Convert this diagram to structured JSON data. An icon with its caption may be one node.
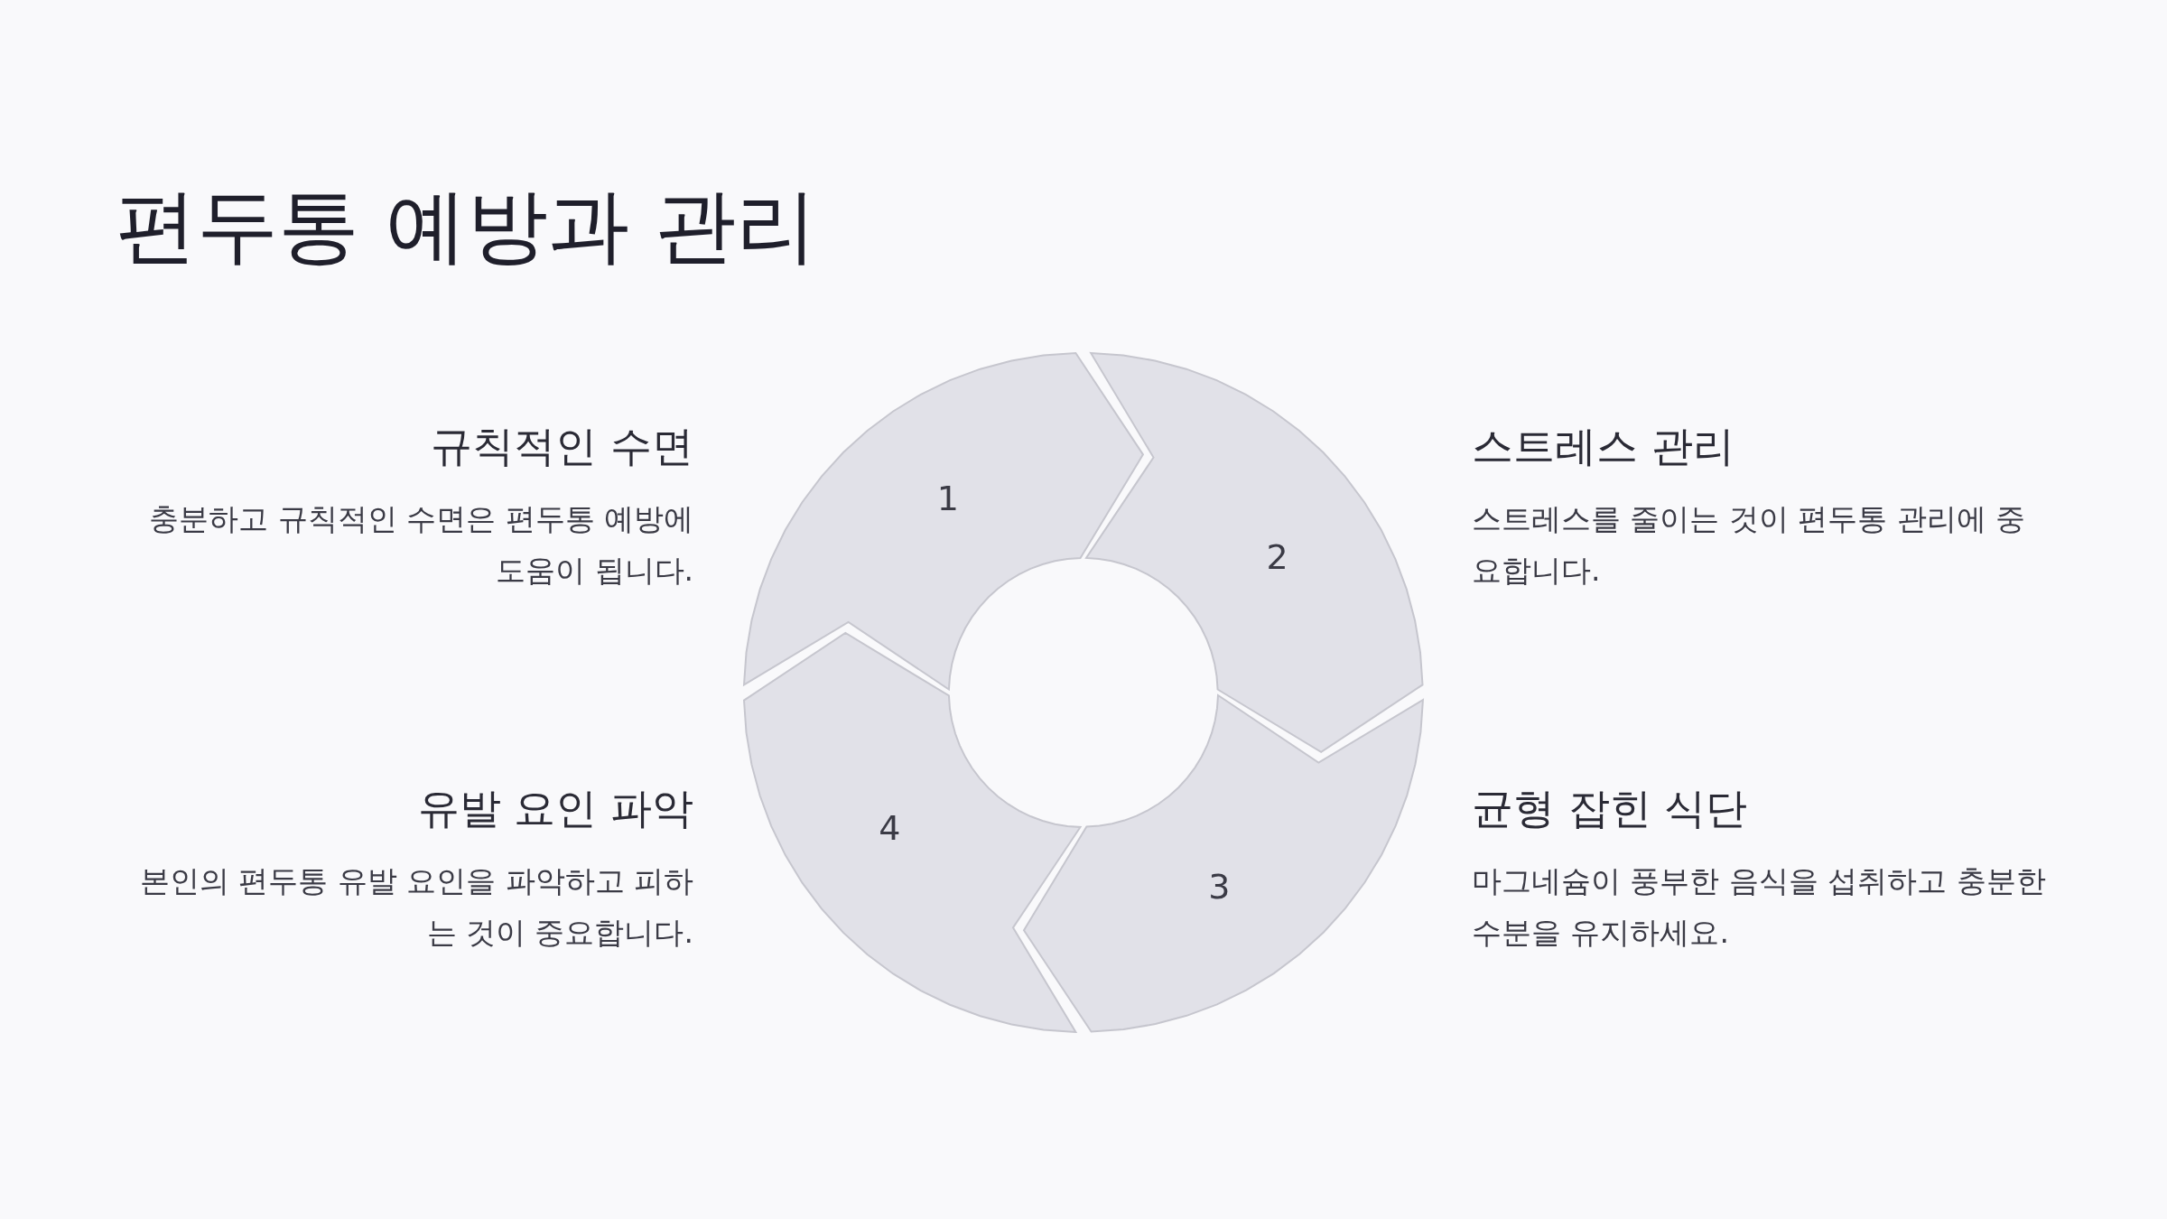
{
  "diagram": {
    "title": "편두통 예방과 관리",
    "nodes": [
      {
        "text": [
          "1"
        ],
        "beside": [
          "규칙적인 수면",
          "충분하고 규칙적인 수면은 편두통 예방에 도움이 됩니다."
        ]
      },
      {
        "text": [
          "2"
        ],
        "beside": [
          "스트레스 관리",
          "스트레스를 줄이는 것이 편두통 관리에 중요합니다."
        ]
      },
      {
        "text": [
          "3"
        ],
        "beside": [
          "균형 잡힌 식단",
          "마그네슘이 풍부한 음식을 섭취하고 충분한 수분을 유지하세요."
        ]
      },
      {
        "text": [
          "4"
        ],
        "beside": [
          "유발 요인 파악",
          "본인의 편두통 유발 요인을 파악하고 피하는 것이 중요합니다."
        ]
      }
    ]
  }
}
